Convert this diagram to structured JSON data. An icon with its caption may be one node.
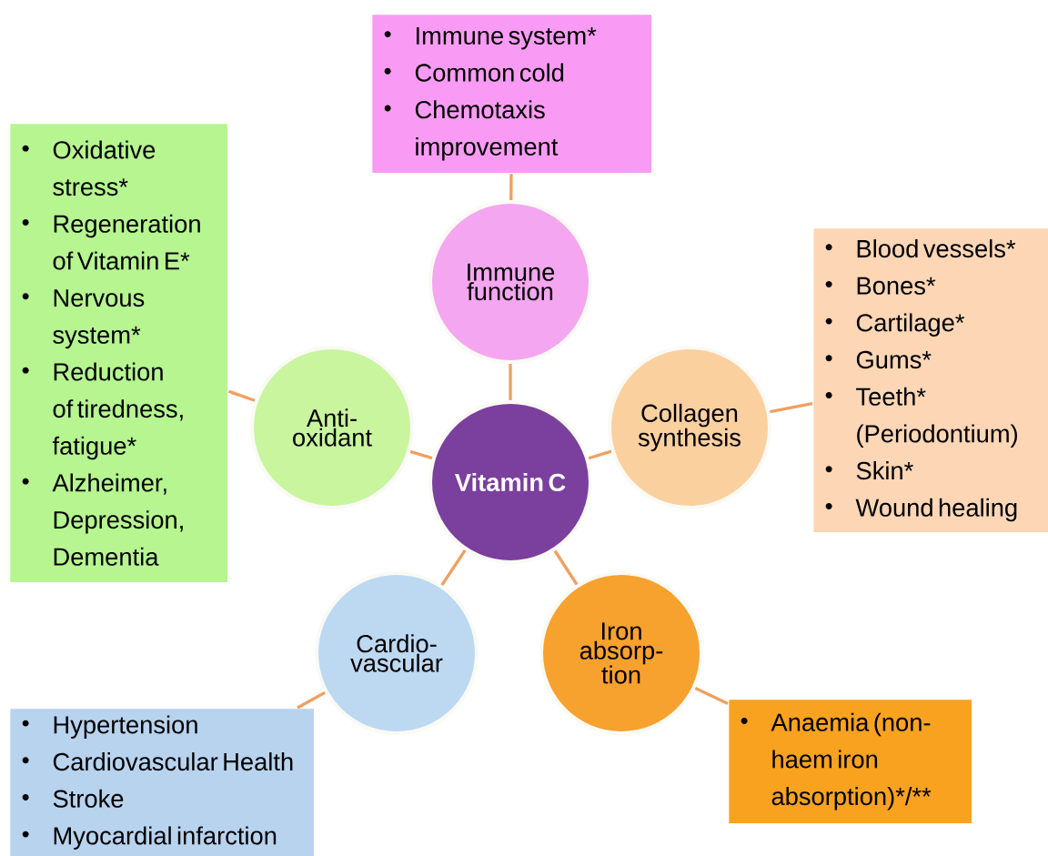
{
  "diagram": {
    "nodes": [
      {
        "text": [
          "Immune system*",
          "Common cold",
          "Chemotaxis improvement"
        ]
      },
      {
        "text": [
          "Immune function"
        ]
      },
      {
        "text": [
          "Oxidative stress*",
          "Regeneration of Vitamin E*",
          "Nervous system*",
          "Reduction of tiredness, fatigue*",
          "Alzheimer, Depression, Dementia"
        ]
      },
      {
        "text": [
          "Anti-oxidant"
        ]
      },
      {
        "text": [
          "Vitamin C"
        ]
      },
      {
        "text": [
          "Collagen synthesis"
        ]
      },
      {
        "text": [
          "Blood vessels*",
          "Bones*",
          "Cartilage*",
          "Gums*",
          "Teeth* (Periodontium)",
          "Skin*",
          "Wound healing"
        ]
      },
      {
        "text": [
          "Cardio-vascular"
        ]
      },
      {
        "text": [
          "Iron absorp-tion"
        ]
      },
      {
        "text": [
          "Hypertension",
          "Cardiovascular Health",
          "Stroke",
          "Myocardial infarction"
        ]
      },
      {
        "text": [
          "Anaemia (non-haem iron absorption)*/**"
        ]
      }
    ],
    "edges": [
      {
        "from": 4,
        "to": 1,
        "arrow": "none"
      },
      {
        "from": 4,
        "to": 3,
        "arrow": "none"
      },
      {
        "from": 4,
        "to": 5,
        "arrow": "none"
      },
      {
        "from": 4,
        "to": 7,
        "arrow": "none"
      },
      {
        "from": 4,
        "to": 8,
        "arrow": "none"
      },
      {
        "from": 1,
        "to": 0,
        "arrow": "none"
      },
      {
        "from": 3,
        "to": 2,
        "arrow": "none"
      },
      {
        "from": 5,
        "to": 6,
        "arrow": "none"
      },
      {
        "from": 7,
        "to": 9,
        "arrow": "none"
      },
      {
        "from": 8,
        "to": 10,
        "arrow": "none"
      }
    ]
  }
}
